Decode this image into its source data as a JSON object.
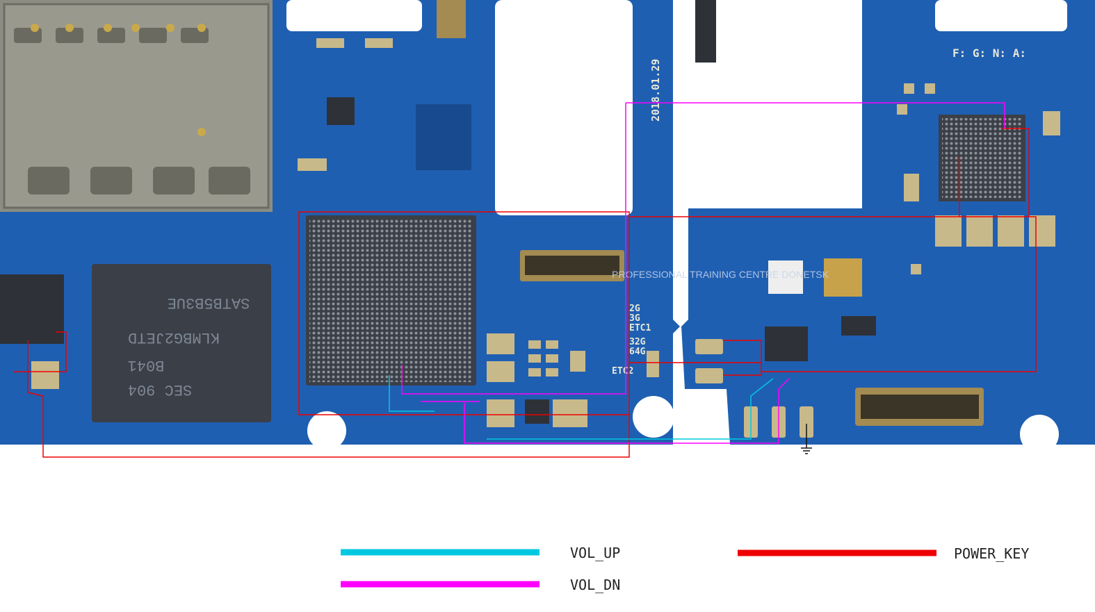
{
  "legend": [
    {
      "label": "VOL_UP",
      "color": "#00c8e0"
    },
    {
      "label": "VOL_DN",
      "color": "#ff00ff"
    },
    {
      "label": "POWER_KEY",
      "color": "#ee0000"
    }
  ],
  "board_marks": {
    "date": "2018.01.29",
    "band_labels": [
      "2G",
      "3G",
      "ETC1",
      "32G",
      "64G",
      "ETC2"
    ],
    "fgna": "F: G: N: A:",
    "emmc_lines": [
      "SEC 904",
      "B041",
      "KLMBG2JETD",
      "SATB5B3UE"
    ],
    "watermark": "PROFESSIONAL TRAINING CENTRE DONETSK"
  },
  "colors": {
    "pcb": "#1f5fb2",
    "pcb_dark": "#174a8e",
    "chip": "#3b3f47",
    "pad": "#c8b98a",
    "vol_up": "#00c8e0",
    "vol_dn": "#ff00ff",
    "power_key": "#ee0000"
  }
}
